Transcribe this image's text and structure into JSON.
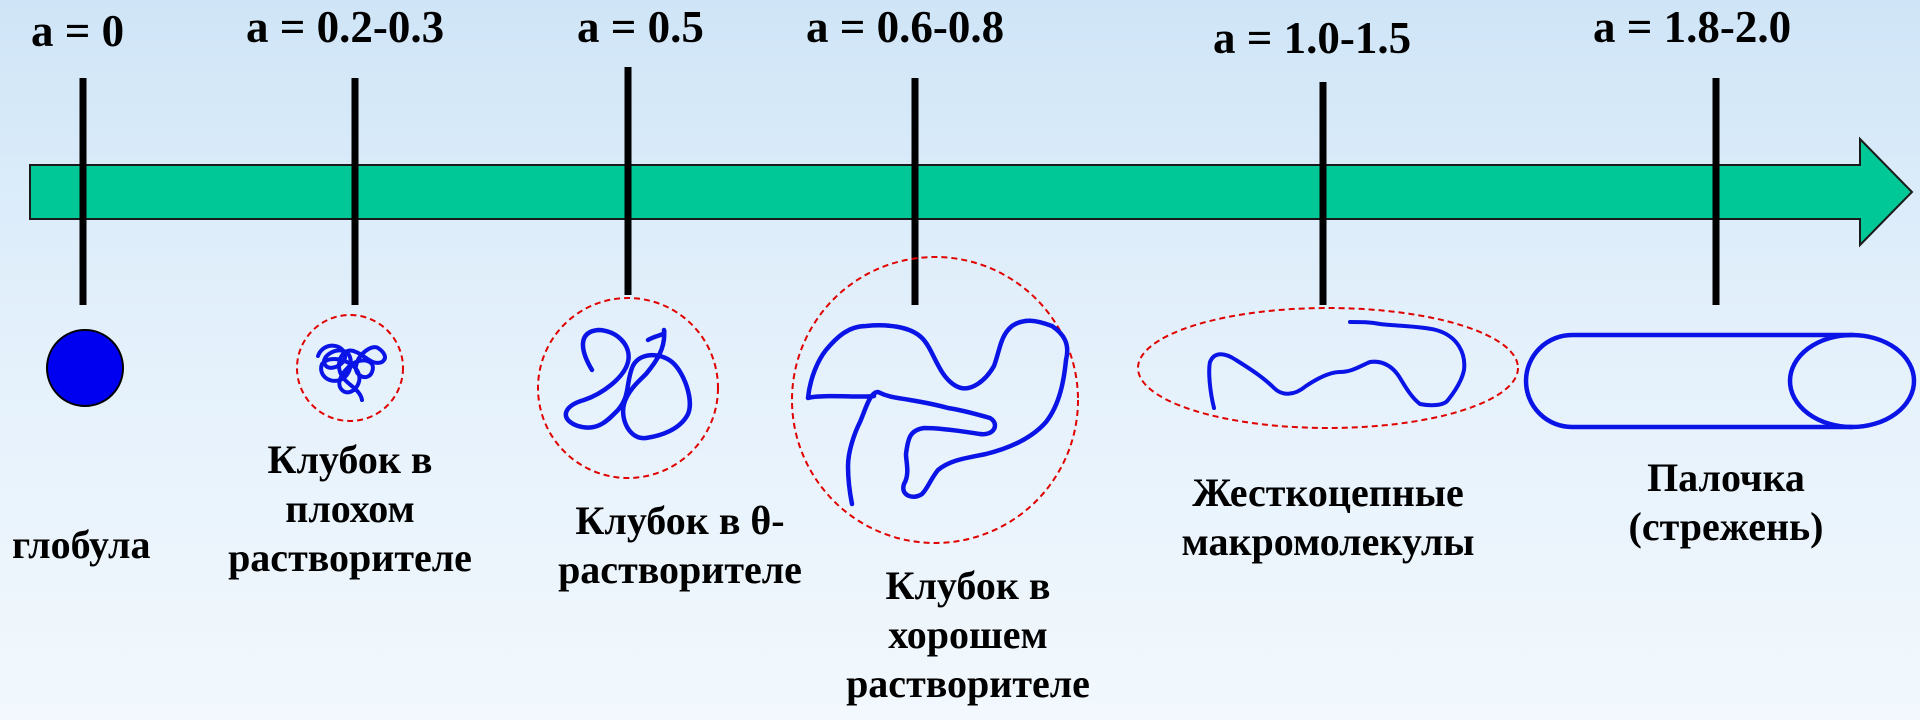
{
  "diagram": {
    "colors": {
      "arrow_fill": "#00c896",
      "arrow_stroke": "#1a1a1a",
      "tick": "#000000",
      "chain": "#0a14e6",
      "ellipse_dash": "#e00000",
      "globule_fill": "#0000f0"
    },
    "markers": [
      {
        "a_label": "a = 0",
        "caption": "глобула",
        "shape": "filled-sphere-icon"
      },
      {
        "a_label": "a = 0.2-0.3",
        "caption": "Клубок в\nплохом\nрастворителе",
        "shape": "compact-coil-icon"
      },
      {
        "a_label": "a = 0.5",
        "caption": "Клубок в θ-\nрастворителе",
        "shape": "theta-coil-icon"
      },
      {
        "a_label": "a = 0.6-0.8",
        "caption": "Клубок в\nхорошем\nрастворителе",
        "shape": "swollen-coil-icon"
      },
      {
        "a_label": "a = 1.0-1.5",
        "caption": "Жесткоцепные\nмакромолекулы",
        "shape": "rigid-chain-icon"
      },
      {
        "a_label": "a = 1.8-2.0",
        "caption": "Палочка\n(стрежень)",
        "shape": "rod-cylinder-icon"
      }
    ]
  }
}
